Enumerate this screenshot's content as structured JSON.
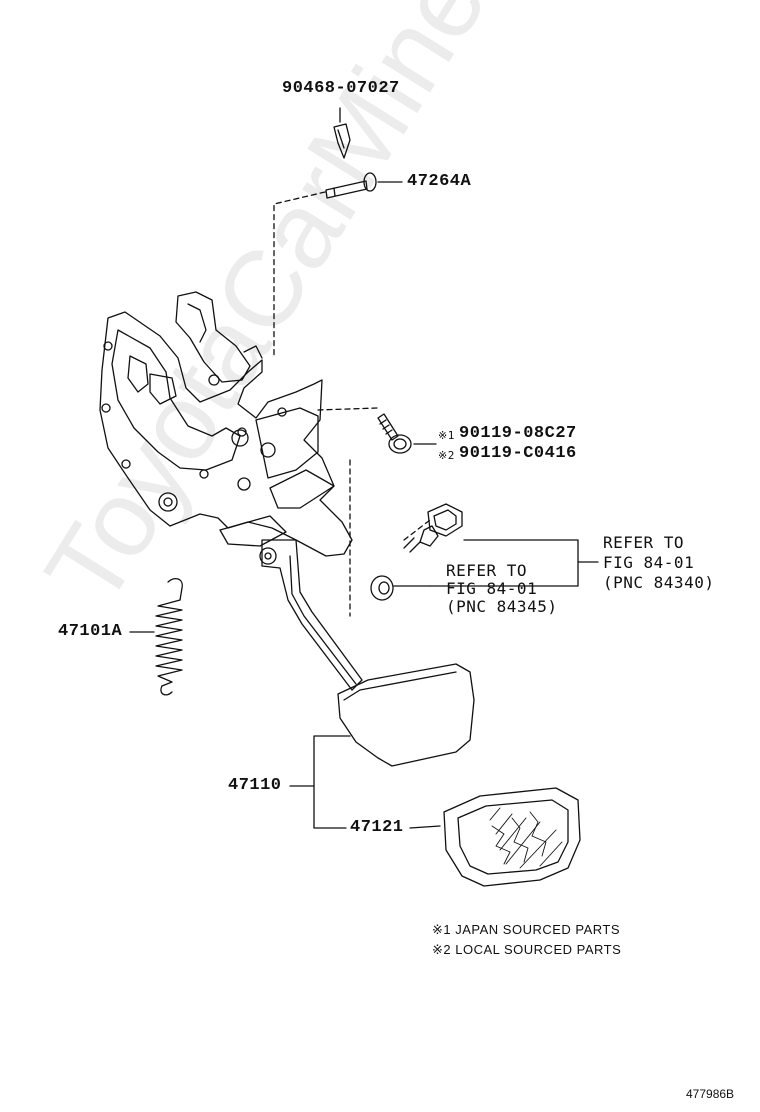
{
  "labels": {
    "p90468": "90468-07027",
    "p47264A": "47264A",
    "p90119_08C27": "90119-08C27",
    "p90119_C0416": "90119-C0416",
    "mark1": "※1",
    "mark2": "※2",
    "p47101A": "47101A",
    "p47110": "47110",
    "p47121": "47121",
    "refer_right_1": "REFER TO",
    "refer_right_2": "FIG 84-01",
    "refer_right_3": "(PNC 84340)",
    "refer_left_1": "REFER TO",
    "refer_left_2": "FIG 84-01",
    "refer_left_3": "(PNC 84345)"
  },
  "notes": {
    "note1": "※1 JAPAN SOURCED PARTS",
    "note2": "※2 LOCAL SOURCED PARTS"
  },
  "figure_id": "477986B",
  "watermark": "ToyotaCarMine.ru"
}
